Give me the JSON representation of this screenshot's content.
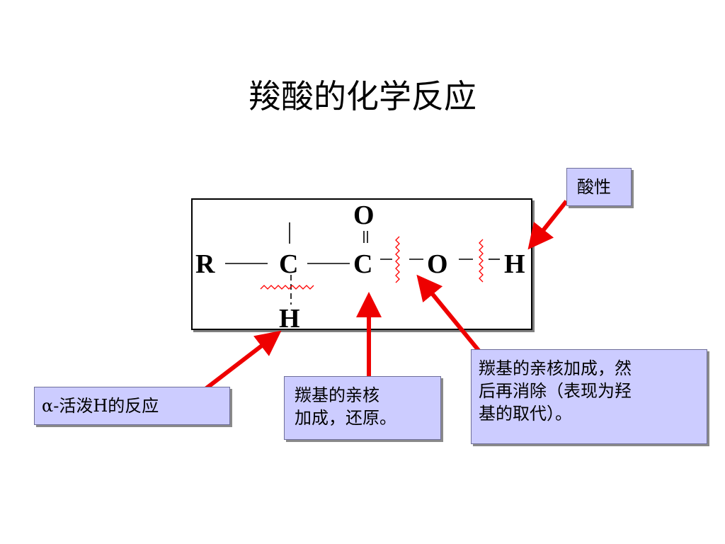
{
  "title": "羧酸的化学反应",
  "structure": {
    "atoms": {
      "r": "R",
      "c_alpha": "C",
      "c_carbonyl": "C",
      "o_carbonyl": "O",
      "o_hydroxyl": "O",
      "h_alpha": "H",
      "h_acid": "H"
    }
  },
  "callouts": {
    "acidity": "酸性",
    "alpha_h": "α-活泼H的反应",
    "carbonyl_addition": [
      "羰基的亲核",
      "加成，还原。"
    ],
    "substitution": [
      "羰基的亲核加成，然",
      "后再消除（表现为羟",
      "基的取代）。"
    ]
  },
  "colors": {
    "arrow": "#ee0000",
    "wavy_line": "#ff0000",
    "callout_bg": "#ccccff",
    "text": "#000000"
  }
}
